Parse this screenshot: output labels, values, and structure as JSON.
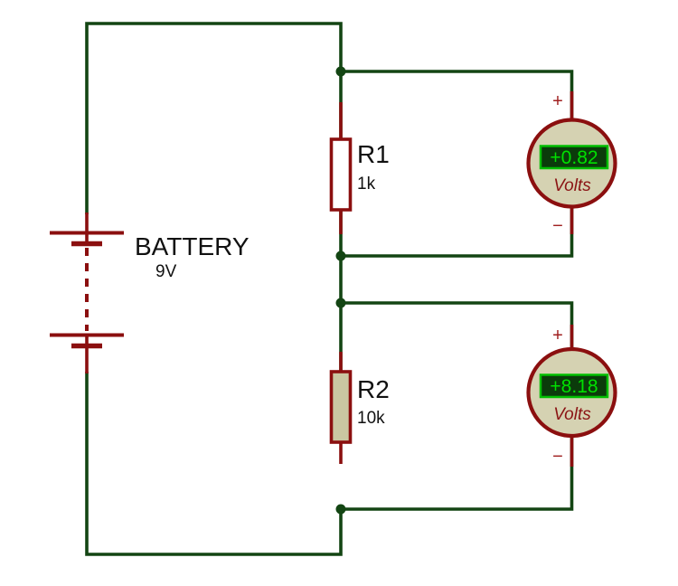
{
  "colors": {
    "background": "#ffffff",
    "wire_green": "#134513",
    "component_red": "#8b0f0f",
    "meter_body_fill": "#d5d2b2",
    "resistor2_fill": "#cac7a2",
    "display_background": "#0b3b0b",
    "display_border": "#00be00",
    "display_text": "#00e000",
    "volts_label": "#8b1414",
    "label_text": "#111111"
  },
  "schematic": {
    "battery": {
      "ref": "BATTERY",
      "value": "9V"
    },
    "resistors": [
      {
        "ref": "R1",
        "value": "1k"
      },
      {
        "ref": "R2",
        "value": "10k"
      }
    ],
    "voltmeters": [
      {
        "reading": "+0.82",
        "unit": "Volts",
        "positive_terminal": "+",
        "negative_terminal": "−"
      },
      {
        "reading": "+8.18",
        "unit": "Volts",
        "positive_terminal": "+",
        "negative_terminal": "−"
      }
    ]
  }
}
